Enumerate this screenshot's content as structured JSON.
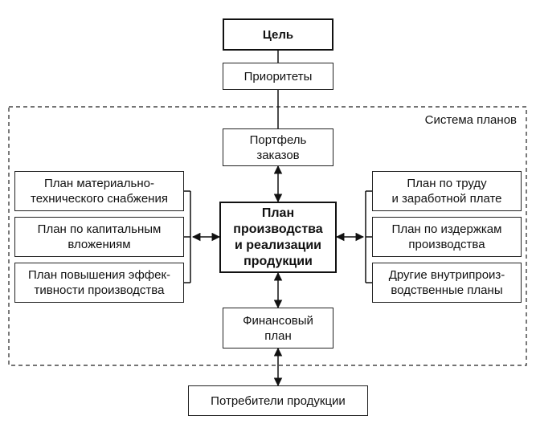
{
  "system_label": "Система планов",
  "boxes": {
    "goal": "Цель",
    "priorities": "Приоритеты",
    "portfolio": "Портфель\nзаказов",
    "central": "План\nпроизводства\nи реализации\nпродукции",
    "finance": "Финансовый\nплан",
    "consumers": "Потребители продукции",
    "left": [
      "План материально-\nтехнического снабжения",
      "План по капитальным\nвложениям",
      "План повышения эффек-\nтивности производства"
    ],
    "right": [
      "План по труду\nи заработной плате",
      "План по издержкам\nпроизводства",
      "Другие внутрипроиз-\nводственные планы"
    ]
  }
}
